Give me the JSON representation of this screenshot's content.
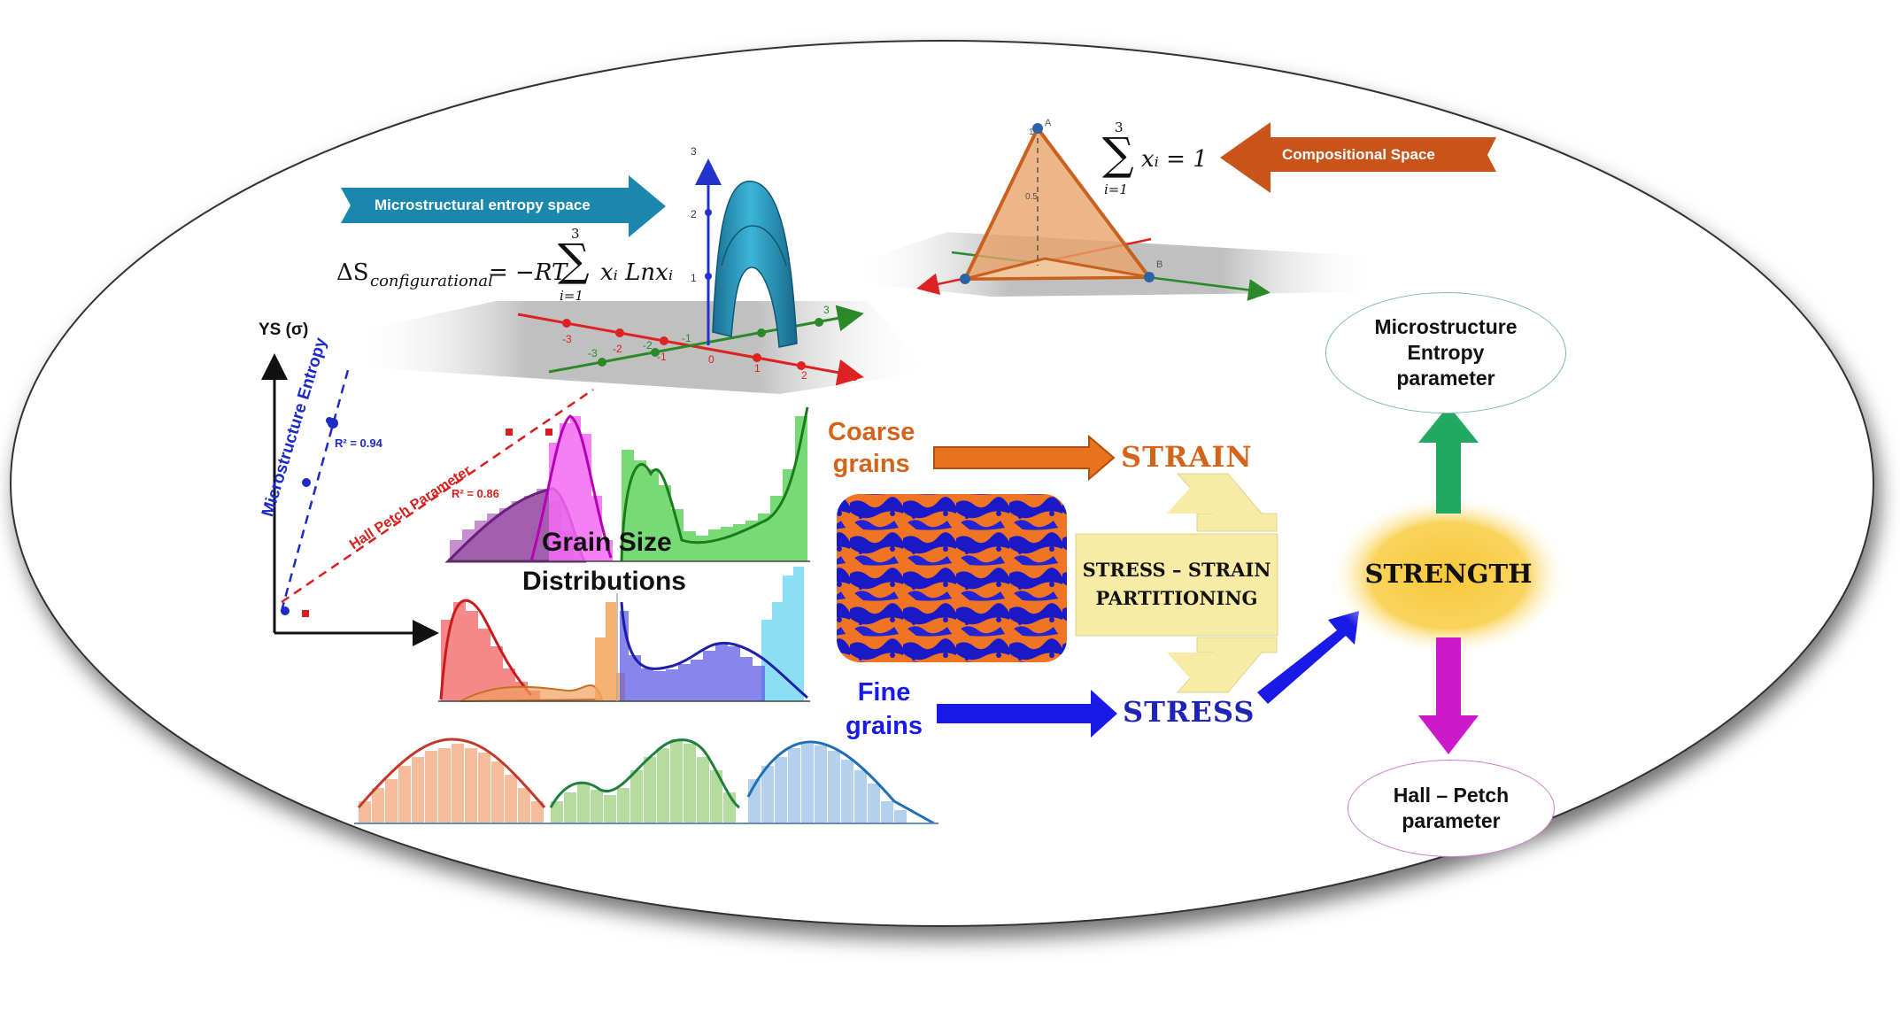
{
  "colors": {
    "blue_banner": "#1b87ad",
    "orange_banner": "#c9541a",
    "coarse": "#e8731e",
    "fine": "#1a1ae8",
    "strain_text": "#d4641a",
    "stress_text": "#1e24b8",
    "strength_glow": "#f5c945",
    "green_arrow": "#22a860",
    "magenta_arrow": "#cc19cc",
    "partition_box": "#f7eba6"
  },
  "banners": {
    "entropy_space": "Microstructural entropy space",
    "compositional_space": "Compositional Space"
  },
  "equations": {
    "entropy_lhs": "ΔS",
    "entropy_sub": "configurational",
    "entropy_rhs": "= −RT",
    "entropy_sum_top": "3",
    "entropy_sum_bottom": "i=1",
    "entropy_term": "xᵢ Lnxᵢ",
    "comp_sum_top": "3",
    "comp_sum_bottom": "i=1",
    "comp_term": "xᵢ  = 1"
  },
  "plot_3d": {
    "z_ticks": [
      "1",
      "2",
      "3"
    ],
    "x_ticks": [
      "-3",
      "-2",
      "-1",
      "0",
      "1",
      "2",
      "3"
    ],
    "y_ticks": [
      "-3",
      "-2",
      "-1",
      "3"
    ]
  },
  "ternary": {
    "vertex_top": "A",
    "vertex_right": "B",
    "tick_1": "1",
    "tick_05": "0.5"
  },
  "scatter": {
    "y_axis_label": "YS (σ)",
    "line1_label": "Microstructure Entropy",
    "line1_r2": "R² = 0.94",
    "line2_label": "Hall Petch Parameter",
    "line2_r2": "R² = 0.86"
  },
  "grain_size": {
    "line1": "Grain Size",
    "line2": "Distributions"
  },
  "flow": {
    "coarse_line1": "Coarse",
    "coarse_line2": "grains",
    "fine_line1": "Fine",
    "fine_line2": "grains",
    "strain": "STRAIN",
    "stress": "STRESS",
    "partition_line1": "STRESS – STRAIN",
    "partition_line2": "PARTITIONING",
    "strength": "STRENGTH"
  },
  "parameters": {
    "entropy_line1": "Microstructure",
    "entropy_line2": "Entropy",
    "entropy_line3": "parameter",
    "hallpetch_line1": "Hall – Petch",
    "hallpetch_line2": "parameter"
  }
}
